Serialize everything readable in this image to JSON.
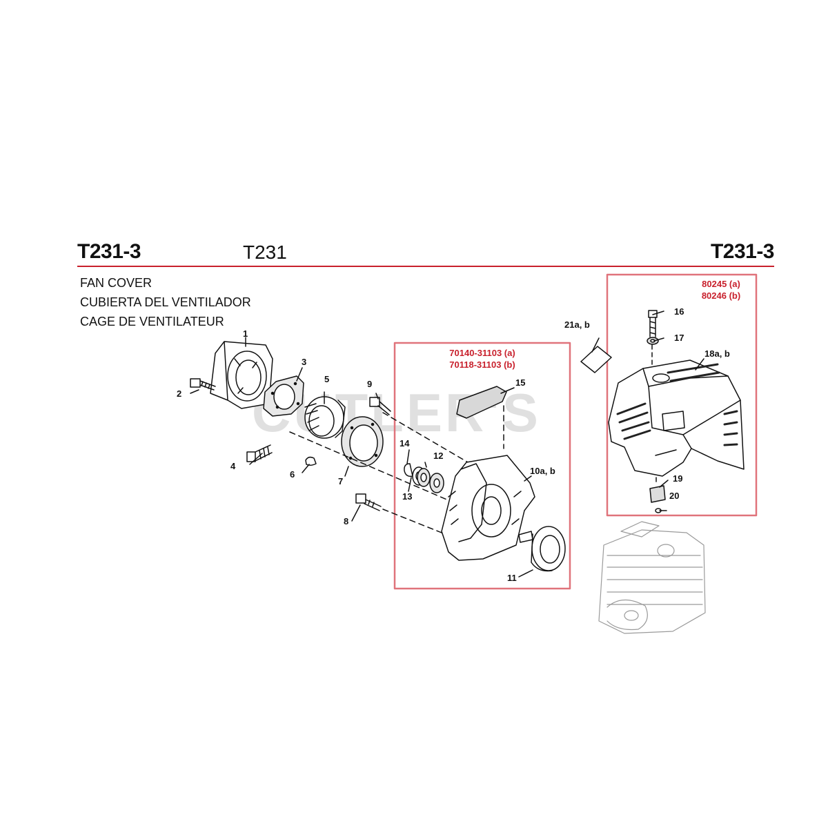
{
  "header": {
    "model_code_left": "T231-3",
    "model_name": "T231",
    "model_code_right": "T231-3",
    "rule_color": "#c8202c"
  },
  "section_titles": [
    "FAN COVER",
    "CUBIERTA DEL VENTILADOR",
    "CAGE DE VENTILATEUR"
  ],
  "watermark": "CUTLER'S",
  "kits": {
    "clutch_housing": {
      "part_a": "70140-31103 (a)",
      "part_b": "70118-31103 (b)",
      "box_color": "#e0737b"
    },
    "fan_cover": {
      "part_a": "80245 (a)",
      "part_b": "80246 (b)",
      "box_color": "#e0737b"
    }
  },
  "callouts": {
    "c1": "1",
    "c2": "2",
    "c3": "3",
    "c4": "4",
    "c5": "5",
    "c6": "6",
    "c7": "7",
    "c8": "8",
    "c9": "9",
    "c10": "10a, b",
    "c11": "11",
    "c12": "12",
    "c13": "13",
    "c14": "14",
    "c15": "15",
    "c16": "16",
    "c17": "17",
    "c18": "18a, b",
    "c19": "19",
    "c20": "20",
    "c21": "21a, b"
  },
  "icons": [
    "engine-cylinder-icon"
  ]
}
